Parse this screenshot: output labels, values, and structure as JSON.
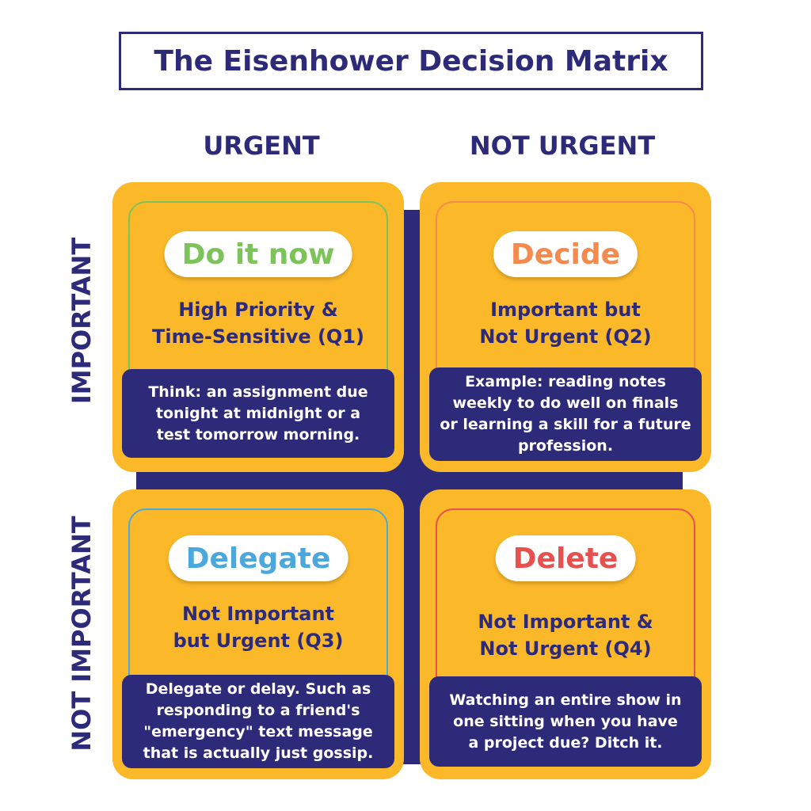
{
  "title": "The Eisenhower Decision Matrix",
  "columns": {
    "urgent": "URGENT",
    "not_urgent": "NOT URGENT"
  },
  "rows": {
    "important": "IMPORTANT",
    "not_important": "NOT IMPORTANT"
  },
  "colors": {
    "navy": "#2e2a7a",
    "quadrant_fill": "#fbb829",
    "q1_accent": "#7cc35a",
    "q2_accent": "#f58a4f",
    "q3_accent": "#4aa8dc",
    "q4_accent": "#e84f4f"
  },
  "quadrants": [
    {
      "label": "Do it now",
      "subtitle": [
        "High Priority &",
        "Time-Sensitive (Q1)"
      ],
      "example": [
        "Think: an assignment due",
        "tonight at midnight or a",
        "test tomorrow morning."
      ]
    },
    {
      "label": "Decide",
      "subtitle": [
        "Important but",
        "Not Urgent (Q2)"
      ],
      "example": [
        "Example: reading notes",
        "weekly to do well on finals",
        "or learning a skill for a future",
        "profession."
      ]
    },
    {
      "label": "Delegate",
      "subtitle": [
        "Not Important",
        "but Urgent (Q3)"
      ],
      "example": [
        "Delegate or delay. Such as",
        "responding to a friend's",
        "\"emergency\" text message",
        "that is actually just gossip."
      ]
    },
    {
      "label": "Delete",
      "subtitle": [
        "Not Important &",
        "Not Urgent (Q4)"
      ],
      "example": [
        "Watching an entire show in",
        "one sitting when you have",
        "a project due? Ditch it."
      ]
    }
  ]
}
